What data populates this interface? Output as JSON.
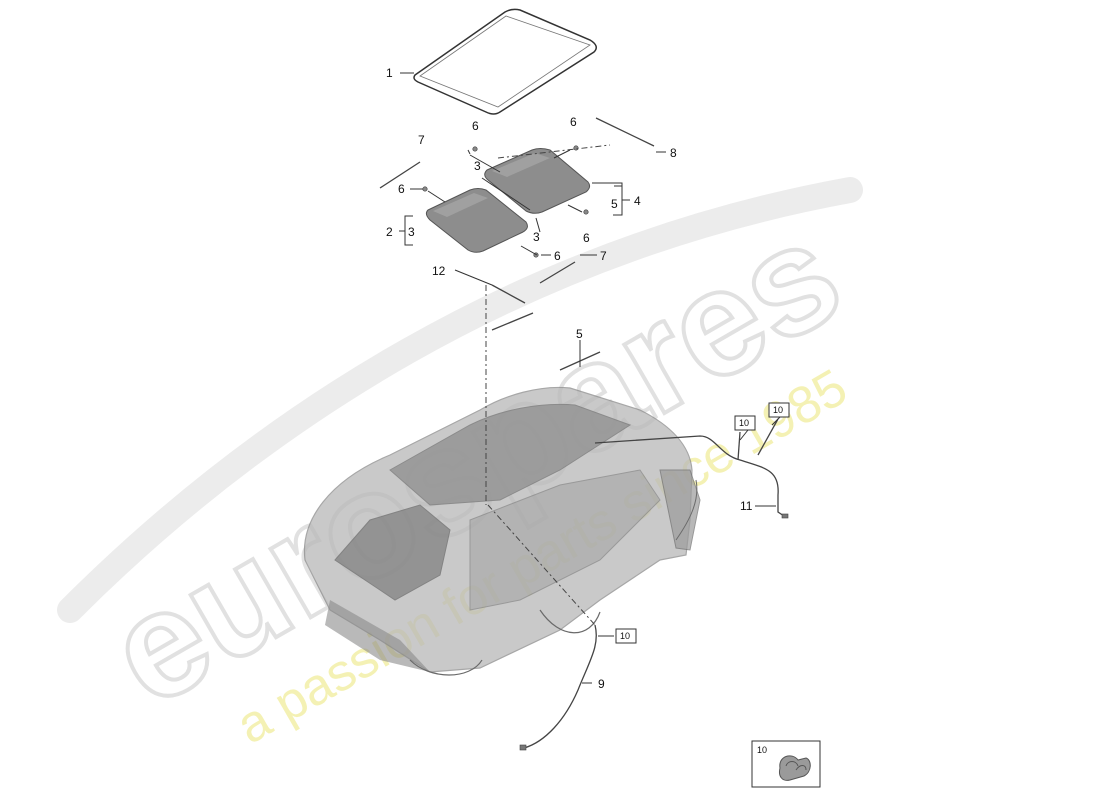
{
  "watermark": {
    "brand": "eurospares",
    "tagline": "a passion for parts since 1985"
  },
  "callouts": {
    "c1": "1",
    "c2": "2",
    "c3a": "3",
    "c3b": "3",
    "c3c": "3",
    "c4": "4",
    "c5a": "5",
    "c5b": "5",
    "c6a": "6",
    "c6b": "6",
    "c6c": "6",
    "c6d": "6",
    "c6e": "6",
    "c7a": "7",
    "c7b": "7",
    "c8": "8",
    "c9": "9",
    "c10a": "10",
    "c10b": "10",
    "c10c": "10",
    "c10d": "10",
    "c11": "11",
    "c12": "12"
  },
  "colors": {
    "line": "#333333",
    "panel": "#8c8c8c",
    "car": "#9a9a9a",
    "watermark_gray": "#d9d9d9",
    "watermark_yellow": "#f3f0a6"
  }
}
